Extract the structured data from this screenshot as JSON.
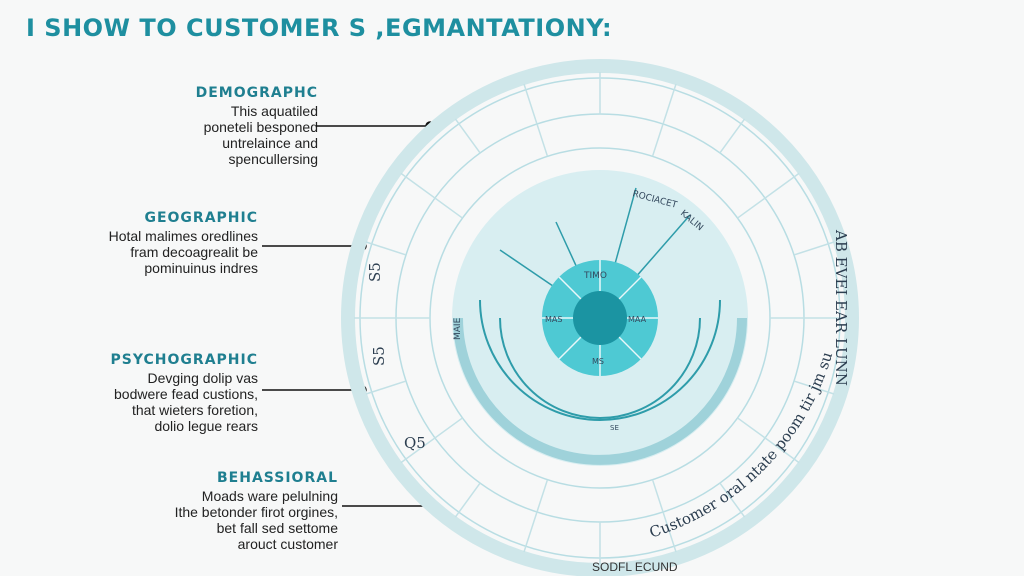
{
  "title": "I SHOW TO CUSTOMER S ,EGMANTATIONY:",
  "segments": [
    {
      "heading": "DEMOGRAPHC",
      "lines": [
        "This aquatiled",
        "poneteli besponed",
        "untrelaince and",
        "spencullersing"
      ]
    },
    {
      "heading": "GEOGRAPHIC",
      "lines": [
        "Hotal malimes oredlines",
        "fram decoagrealit be",
        "pominuinus indres"
      ]
    },
    {
      "heading": "PSYCHOGRAPHIC",
      "lines": [
        "Devging dolip vas",
        "bodwere fead custions,",
        "that wieters foretion,",
        "dolio legue rears"
      ]
    },
    {
      "heading": "BEHASSIORAL",
      "lines": [
        "Moads ware pelulning",
        "Ithe betonder firot orgines,",
        "bet fall sed settome",
        "arouct customer"
      ]
    }
  ],
  "wheel": {
    "core_labels": [
      "TIMO",
      "MAS",
      "MAA",
      "MS"
    ],
    "inner_ring_labels": [
      "ROCIACET",
      "KALIN",
      "SE",
      "MAIE"
    ],
    "side_labels": [
      "S5",
      "S5",
      "Q5"
    ],
    "outer_edge_text": "AB EVEI EAR LUNN",
    "bottom_curve_text": "Customer oral ntate poom tir jm su",
    "colors": {
      "accent": "#1e8fa0",
      "core": "#4ec9d3",
      "core_center": "#1b94a2",
      "ring_fill": "#d8eef1",
      "ring_line": "#b8dde3"
    }
  },
  "footer": "SODFL ECUND"
}
